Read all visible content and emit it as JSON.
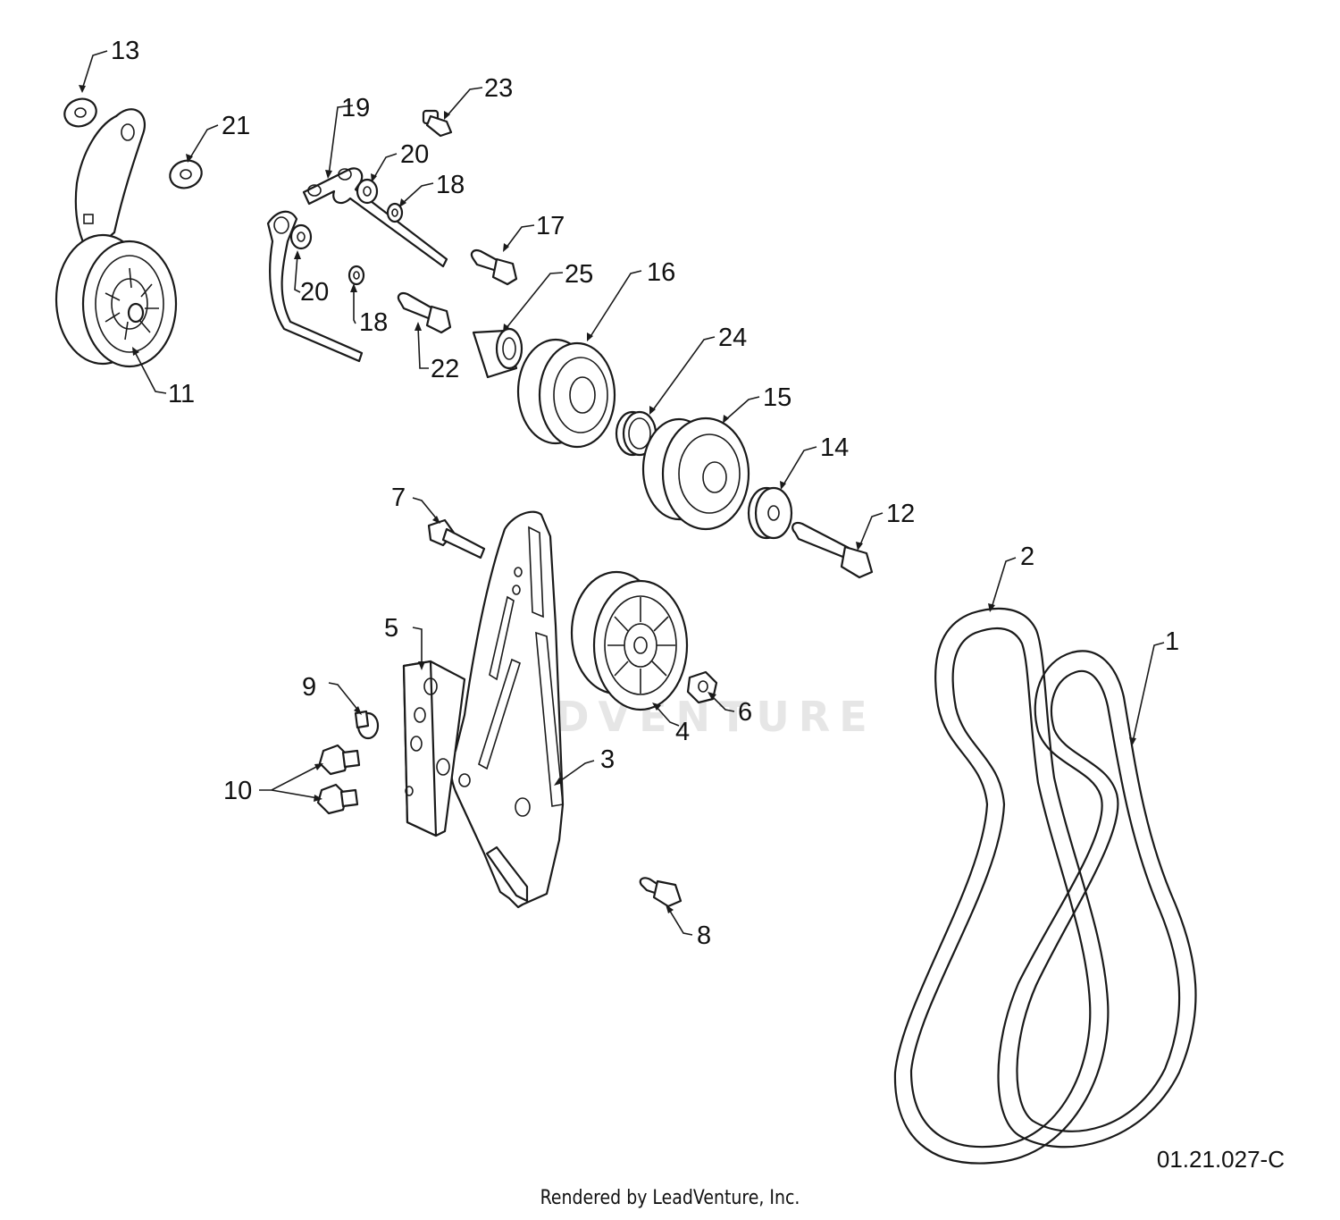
{
  "watermark": "LEADVENTURE",
  "drawing_number": "01.21.027-C",
  "footer": "Rendered by LeadVenture, Inc.",
  "callouts": [
    "1",
    "2",
    "3",
    "4",
    "5",
    "6",
    "7",
    "8",
    "9",
    "10",
    "11",
    "12",
    "13",
    "14",
    "15",
    "16",
    "17",
    "18",
    "18",
    "19",
    "20",
    "20",
    "21",
    "22",
    "23",
    "24",
    "25"
  ]
}
